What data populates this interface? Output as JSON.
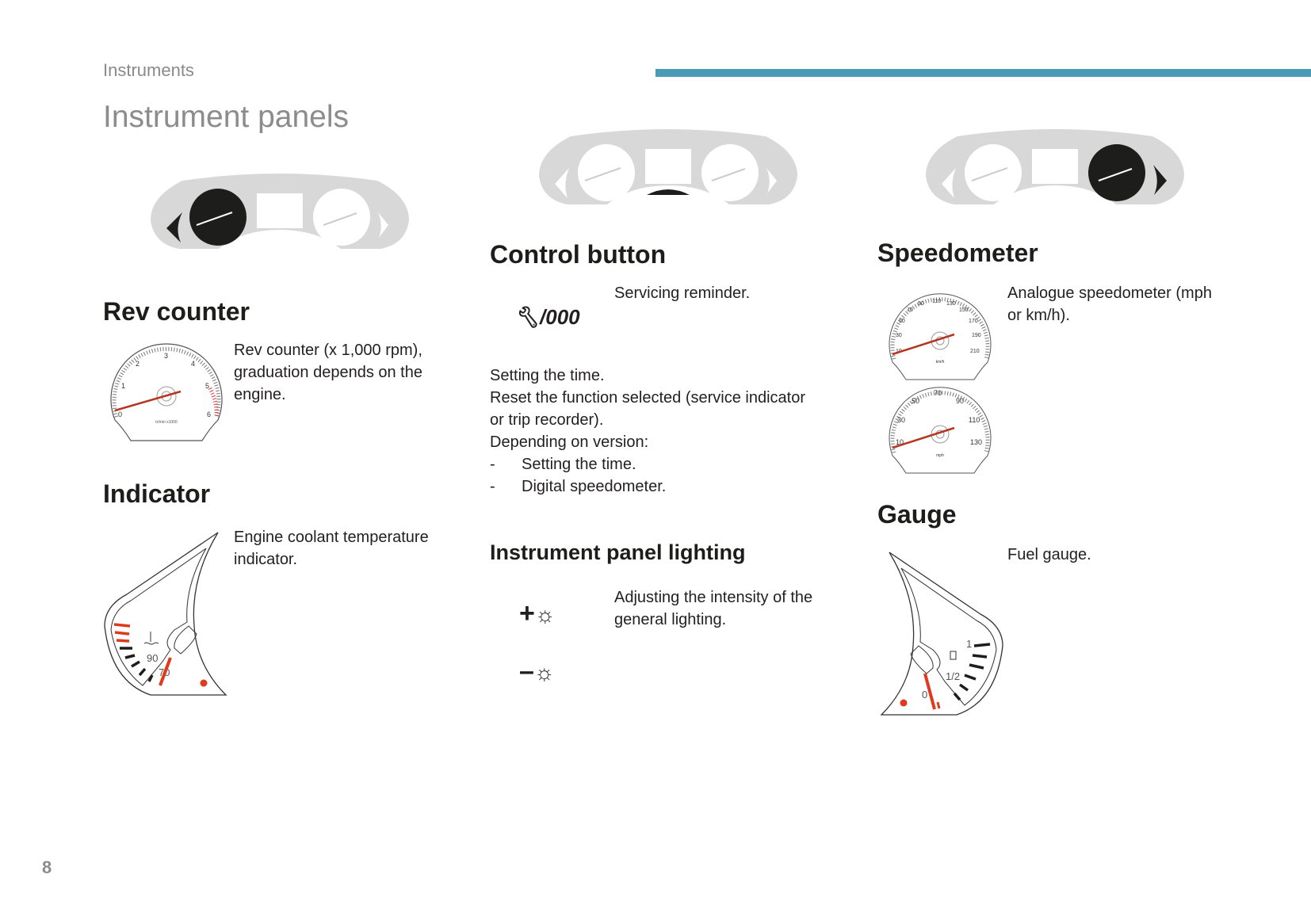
{
  "header": {
    "section": "Instruments",
    "accent_color": "#4a9bb5"
  },
  "title": "Instrument panels",
  "rev_counter": {
    "heading": "Rev counter",
    "lines": [
      "Rev counter (x 1,000 rpm),",
      "graduation depends on the",
      "engine."
    ],
    "dial_labels": [
      "0",
      "1",
      "2",
      "3",
      "4",
      "5",
      "6"
    ],
    "unit": "tr/min x1000"
  },
  "indicator": {
    "heading": "Indicator",
    "lines": [
      "Engine coolant temperature",
      "indicator."
    ],
    "dial_labels": [
      "90",
      "70"
    ]
  },
  "control_button": {
    "heading": "Control button",
    "icon_text": "/000",
    "servicing": "Servicing reminder.",
    "lines": [
      "Setting the time.",
      "Reset the function selected (service indicator",
      "or trip recorder).",
      "Depending on version:"
    ],
    "bullets": [
      "Setting the time.",
      "Digital speedometer."
    ],
    "bullet_marker": "-"
  },
  "lighting": {
    "heading": "Instrument panel lighting",
    "plus": "+",
    "minus": "–",
    "lines": [
      "Adjusting the intensity of the",
      "general lighting."
    ]
  },
  "speedometer": {
    "heading": "Speedometer",
    "lines": [
      "Analogue speedometer (mph",
      "or km/h)."
    ],
    "kmh_labels": [
      "10",
      "30",
      "50",
      "70",
      "90",
      "110",
      "130",
      "150",
      "170",
      "190",
      "210"
    ],
    "kmh_unit": "km/h",
    "mph_labels": [
      "10",
      "30",
      "50",
      "70",
      "90",
      "110",
      "130"
    ],
    "mph_unit": "mph"
  },
  "gauge": {
    "heading": "Gauge",
    "lines": [
      "Fuel gauge."
    ],
    "dial_labels": [
      "1",
      "1/2",
      "0"
    ]
  },
  "page_number": "8"
}
